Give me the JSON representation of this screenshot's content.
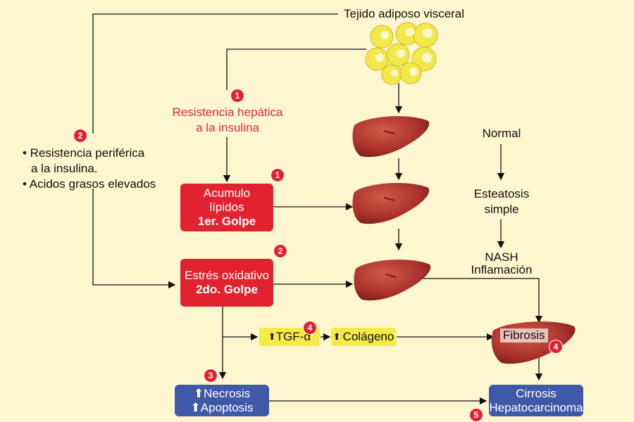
{
  "top_label": "Tejido adiposo visceral",
  "left_text": {
    "line1": "• Resistencia periférica",
    "line2": "a la insulina.",
    "line3": "• Acidos grasos elevados"
  },
  "hepatic": {
    "line1": "Resistencia hepática",
    "line2": "a la insulina"
  },
  "box_lipids": {
    "line1": "Acumulo",
    "line2": "lípidos",
    "line3": "1er. Golpe"
  },
  "box_oxidative": {
    "line1": "Estrés oxidativo",
    "line2": "2do. Golpe"
  },
  "tgf": {
    "arrow": "⬆",
    "label": "TGF-α"
  },
  "collagen": {
    "arrow": "⬆",
    "label": "Colágeno"
  },
  "necrosis": {
    "line1": "⬆Necrosis",
    "line2": "⬆Apoptosis"
  },
  "cirrosis": {
    "line1": "Cirrosis",
    "line2": "Hepatocarcinoma"
  },
  "stages": {
    "normal": "Normal",
    "esteatosis1": "Esteatosis",
    "esteatosis2": "simple",
    "nash1": "NASH",
    "nash2": "Inflamación"
  },
  "fibrosis": "Fibrosis",
  "badges": {
    "b1a": "1",
    "b1b": "1",
    "b2a": "2",
    "b2b": "2",
    "b3": "3",
    "b4a": "4",
    "b4b": "4",
    "b5": "5"
  },
  "colors": {
    "background": "#fdf6cf",
    "red_box": "#e3222f",
    "blue_box": "#3f59a8",
    "yellow_box": "#f4ea4a",
    "red_text": "#e0284a",
    "liver": "#b23a2e",
    "fat_cell": "#f3e84a"
  }
}
